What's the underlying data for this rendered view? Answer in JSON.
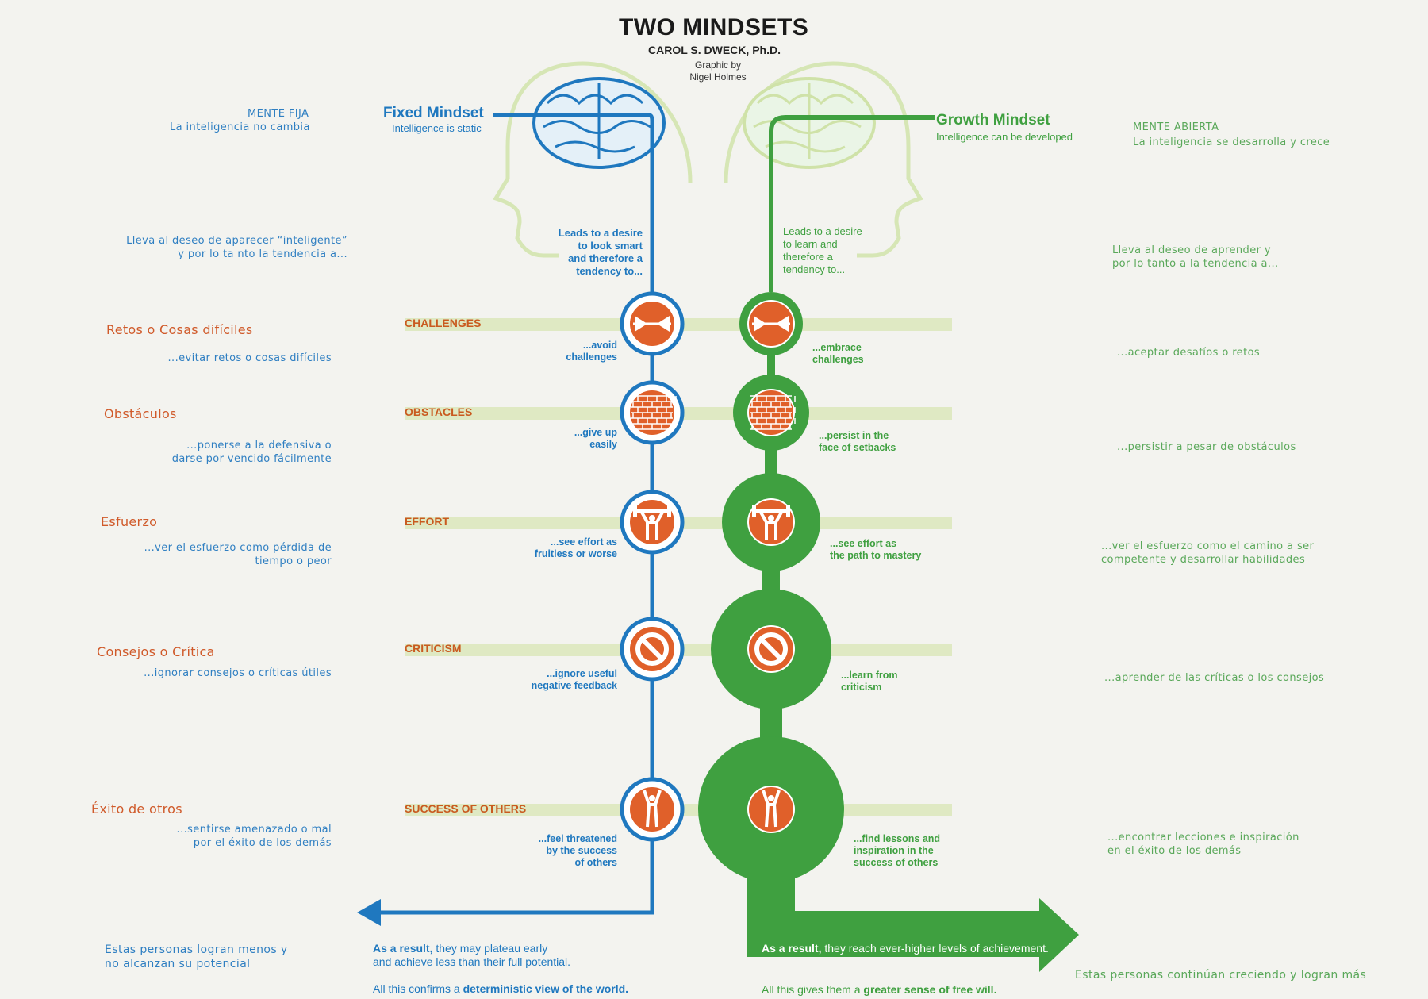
{
  "header": {
    "title": "TWO MINDSETS",
    "author": "CAROL S. DWECK, Ph.D.",
    "credit": "Graphic by\nNigel Holmes"
  },
  "fixed": {
    "title": "Fixed Mindset",
    "subtitle": "Intelligence is static",
    "es_title": "MENTE FIJA",
    "es_subtitle": "La inteligencia no cambia",
    "desire": "Leads to a desire\nto look smart\nand therefore a\ntendency to...",
    "desire_es": "Lleva al deseo de aparecer “inteligente”\ny por lo ta nto la tendencia a...",
    "result_bold": "As a result,",
    "result_rest": " they may plateau early\nand achieve less than their full potential.",
    "confirm_pre": "All this confirms a ",
    "confirm_bold": "deterministic view of the world.",
    "result_es": "Estas personas logran menos y\nno alcanzan su potencial"
  },
  "growth": {
    "title": "Growth Mindset",
    "subtitle": "Intelligence can be developed",
    "es_title": "MENTE ABIERTA",
    "es_subtitle": "La inteligencia se desarrolla y crece",
    "desire": "Leads to a desire\nto learn and\ntherefore a\ntendency to...",
    "desire_es": "Lleva al deseo de aprender y\npor lo tanto a la tendencia a...",
    "result_bold": "As a result,",
    "result_rest": " they reach ever-higher levels of achievement.",
    "confirm_pre": "All this gives them a ",
    "confirm_bold": "greater sense of free will.",
    "result_es": "Estas personas continúan creciendo y logran más"
  },
  "rows": [
    {
      "category": "CHALLENGES",
      "icon": "arrows-in-icon",
      "es_label": "Retos o Cosas difíciles",
      "fixed_en": "...avoid\nchallenges",
      "fixed_es": "...evitar retos o cosas difíciles",
      "growth_en": "...embrace\nchallenges",
      "growth_es": "...aceptar desafíos o retos"
    },
    {
      "category": "OBSTACLES",
      "icon": "brick-wall-icon",
      "es_label": "Obstáculos",
      "fixed_en": "...give up\neasily",
      "fixed_es": "...ponerse a la defensiva o\ndarse por vencido fácilmente",
      "growth_en": "...persist in the\nface of setbacks",
      "growth_es": "...persistir a pesar de obstáculos"
    },
    {
      "category": "EFFORT",
      "icon": "weightlifter-icon",
      "es_label": "Esfuerzo",
      "fixed_en": "...see effort as\nfruitless or worse",
      "fixed_es": "...ver el esfuerzo como pérdida de\ntiempo o peor",
      "growth_en": "...see effort as\nthe path to mastery",
      "growth_es": "...ver el esfuerzo como el camino a ser\ncompetente y desarrollar habilidades"
    },
    {
      "category": "CRITICISM",
      "icon": "no-sign-icon",
      "es_label": "Consejos o Crítica",
      "fixed_en": "...ignore useful\nnegative feedback",
      "fixed_es": "...ignorar consejos o críticas útiles",
      "growth_en": "...learn from\ncriticism",
      "growth_es": "...aprender de las críticas o los consejos"
    },
    {
      "category": "SUCCESS OF OTHERS",
      "icon": "person-cheering-icon",
      "es_label": "Éxito de otros",
      "fixed_en": "...feel threatened\nby the success\nof others",
      "fixed_es": "...sentirse amenazado o mal\npor el éxito de los demás",
      "growth_en": "...find lessons and\ninspiration in the\nsuccess of others",
      "growth_es": "...encontrar lecciones e inspiración\nen el éxito de los demás"
    }
  ],
  "colors": {
    "blue": "#1f78bf",
    "green": "#3fa040",
    "orange": "#e0602a",
    "band": "#dfe9c3",
    "head_outline": "#d6e6b5"
  }
}
